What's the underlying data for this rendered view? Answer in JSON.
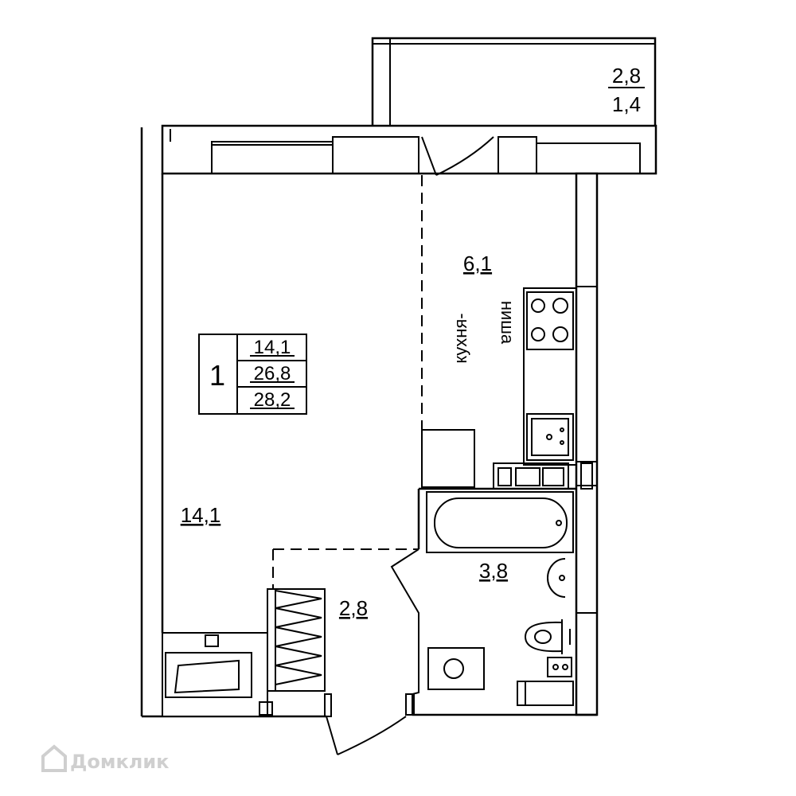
{
  "areas": {
    "balcony_a": "2,8",
    "balcony_b": "1,4",
    "kitchen": "6,1",
    "kitchen_caption_1": "кухня-",
    "kitchen_caption_2": "ниша",
    "living": "14,1",
    "hall": "2,8",
    "bathroom": "3,8"
  },
  "summary": {
    "rooms": "1",
    "living": "14,1",
    "total": "26,8",
    "total_with_balcony": "28,2"
  },
  "watermark": {
    "text": "Домклик",
    "icon": "house-icon"
  }
}
